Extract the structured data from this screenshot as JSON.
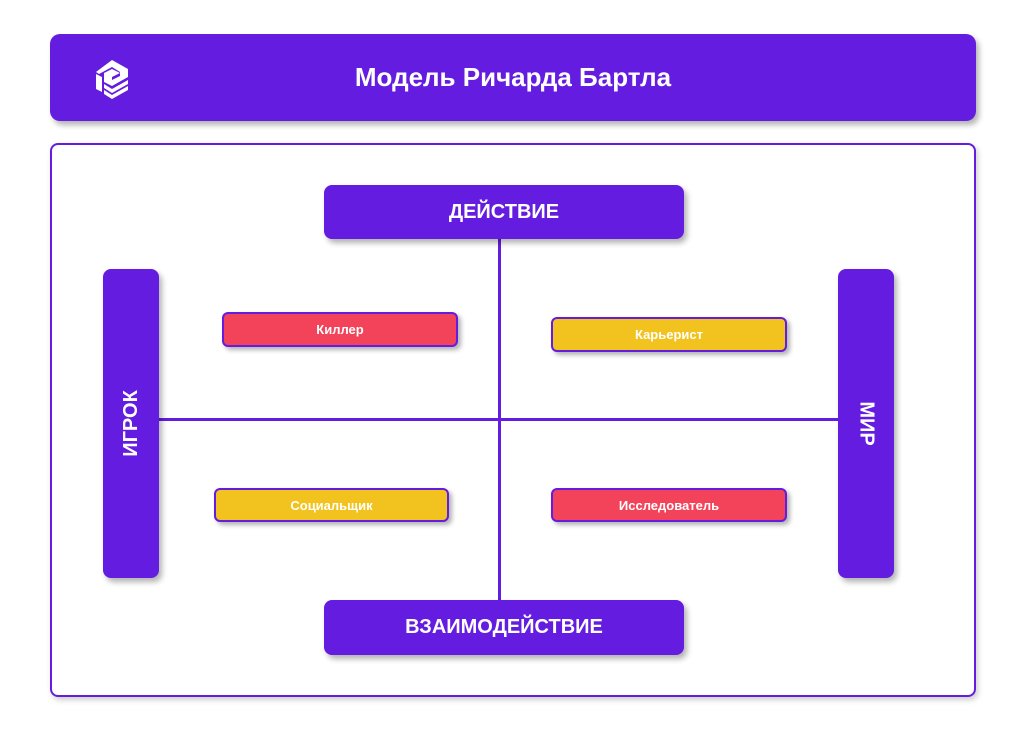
{
  "header": {
    "title": "Модель Ричарда Бартла",
    "logo_icon": "stacked-cube-logo"
  },
  "axes": {
    "top": "ДЕЙСТВИЕ",
    "bottom": "ВЗАИМОДЕЙСТВИЕ",
    "left": "ИГРОК",
    "right": "МИР"
  },
  "types": {
    "killer": "Киллер",
    "achiever": "Карьерист",
    "socializer": "Социальщик",
    "explorer": "Исследователь"
  },
  "colors": {
    "primary": "#641ce0",
    "red": "#f2435a",
    "yellow": "#f2c21e"
  }
}
